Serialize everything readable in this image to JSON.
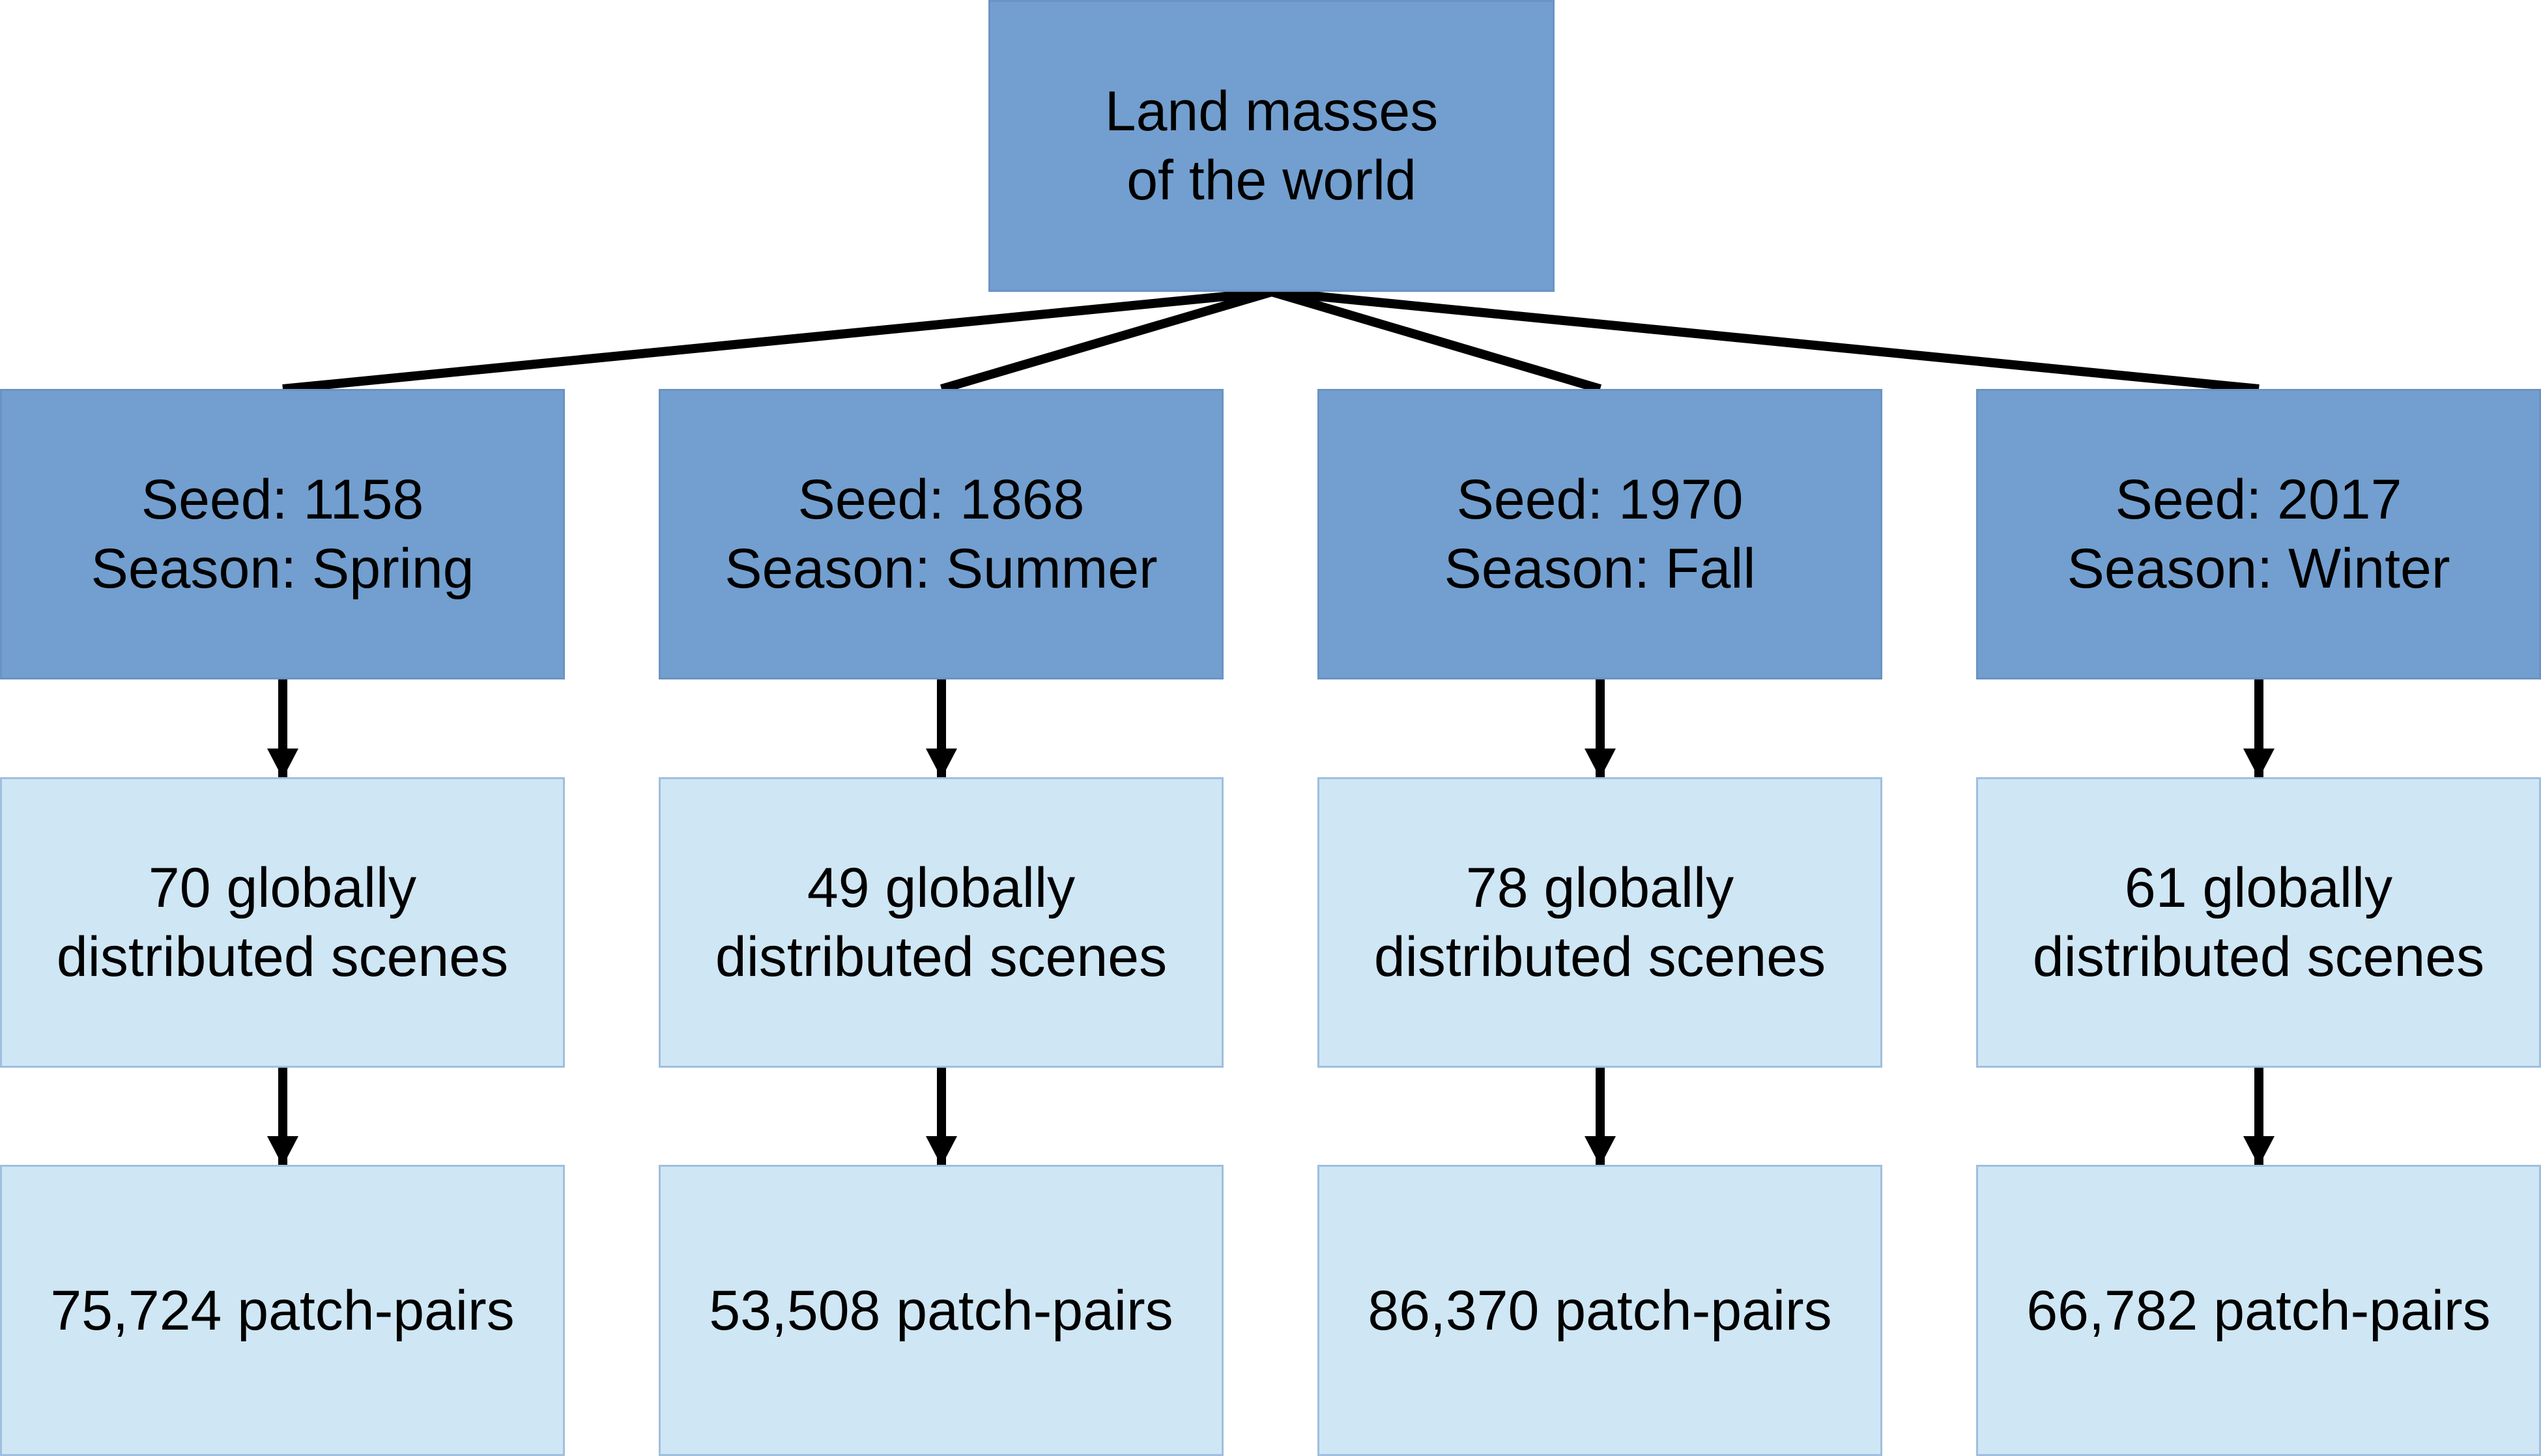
{
  "root": {
    "lines": [
      "Land masses",
      "of the world"
    ]
  },
  "seeds": [
    {
      "seed_label": "Seed: 1158",
      "season_label": "Season: Spring",
      "scenes_lines": [
        "70 globally",
        "distributed scenes"
      ],
      "patches_label": "75,724 patch-pairs"
    },
    {
      "seed_label": "Seed: 1868",
      "season_label": "Season: Summer",
      "scenes_lines": [
        "49 globally",
        "distributed scenes"
      ],
      "patches_label": "53,508 patch-pairs"
    },
    {
      "seed_label": "Seed: 1970",
      "season_label": "Season: Fall",
      "scenes_lines": [
        "78 globally",
        "distributed scenes"
      ],
      "patches_label": "86,370 patch-pairs"
    },
    {
      "seed_label": "Seed: 2017",
      "season_label": "Season: Winter",
      "scenes_lines": [
        "61 globally",
        "distributed scenes"
      ],
      "patches_label": "66,782 patch-pairs"
    }
  ],
  "colors": {
    "dark_box": "#729fcf",
    "light_box": "#cfe6f4",
    "connector": "#000000"
  }
}
